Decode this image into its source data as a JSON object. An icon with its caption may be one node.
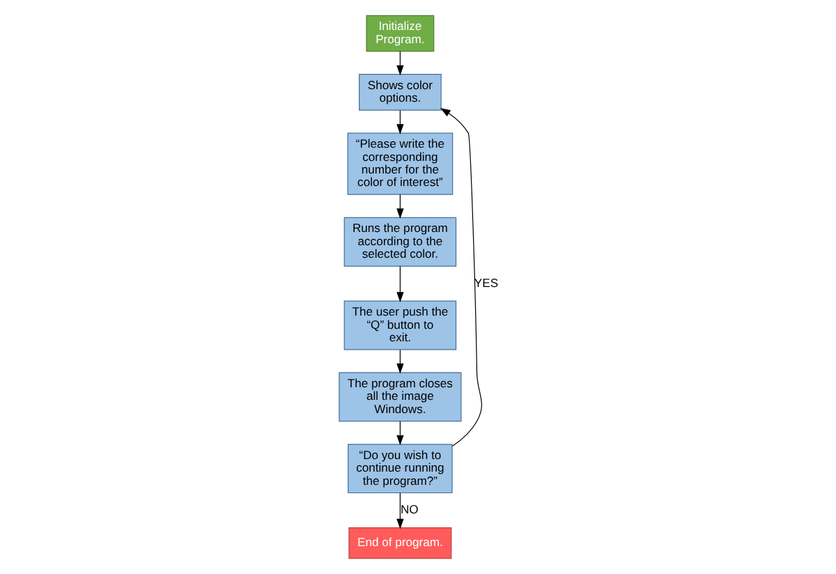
{
  "diagram": {
    "nodes": [
      {
        "text": [
          "Initialize Program."
        ]
      },
      {
        "text": [
          "Shows color options."
        ]
      },
      {
        "text": [
          "“Please write the corresponding number for the color of interest”"
        ]
      },
      {
        "text": [
          "Runs the program according to the selected color."
        ]
      },
      {
        "text": [
          "The user push the “Q” button to exit."
        ]
      },
      {
        "text": [
          "The program closes all the image Windows."
        ]
      },
      {
        "text": [
          "“Do you wish to continue running the program?”"
        ]
      },
      {
        "text": [
          "End of program."
        ]
      }
    ],
    "edges": [
      {
        "from": 0,
        "to": 1,
        "arrow": "to"
      },
      {
        "from": 1,
        "to": 2,
        "arrow": "to"
      },
      {
        "from": 2,
        "to": 3,
        "arrow": "to"
      },
      {
        "from": 3,
        "to": 4,
        "arrow": "to"
      },
      {
        "from": 4,
        "to": 5,
        "arrow": "to"
      },
      {
        "from": 5,
        "to": 6,
        "arrow": "to"
      },
      {
        "from": 6,
        "to": 1,
        "arrow": "to",
        "label": "YES"
      },
      {
        "from": 6,
        "to": 7,
        "arrow": "to",
        "label": "NO"
      }
    ]
  }
}
